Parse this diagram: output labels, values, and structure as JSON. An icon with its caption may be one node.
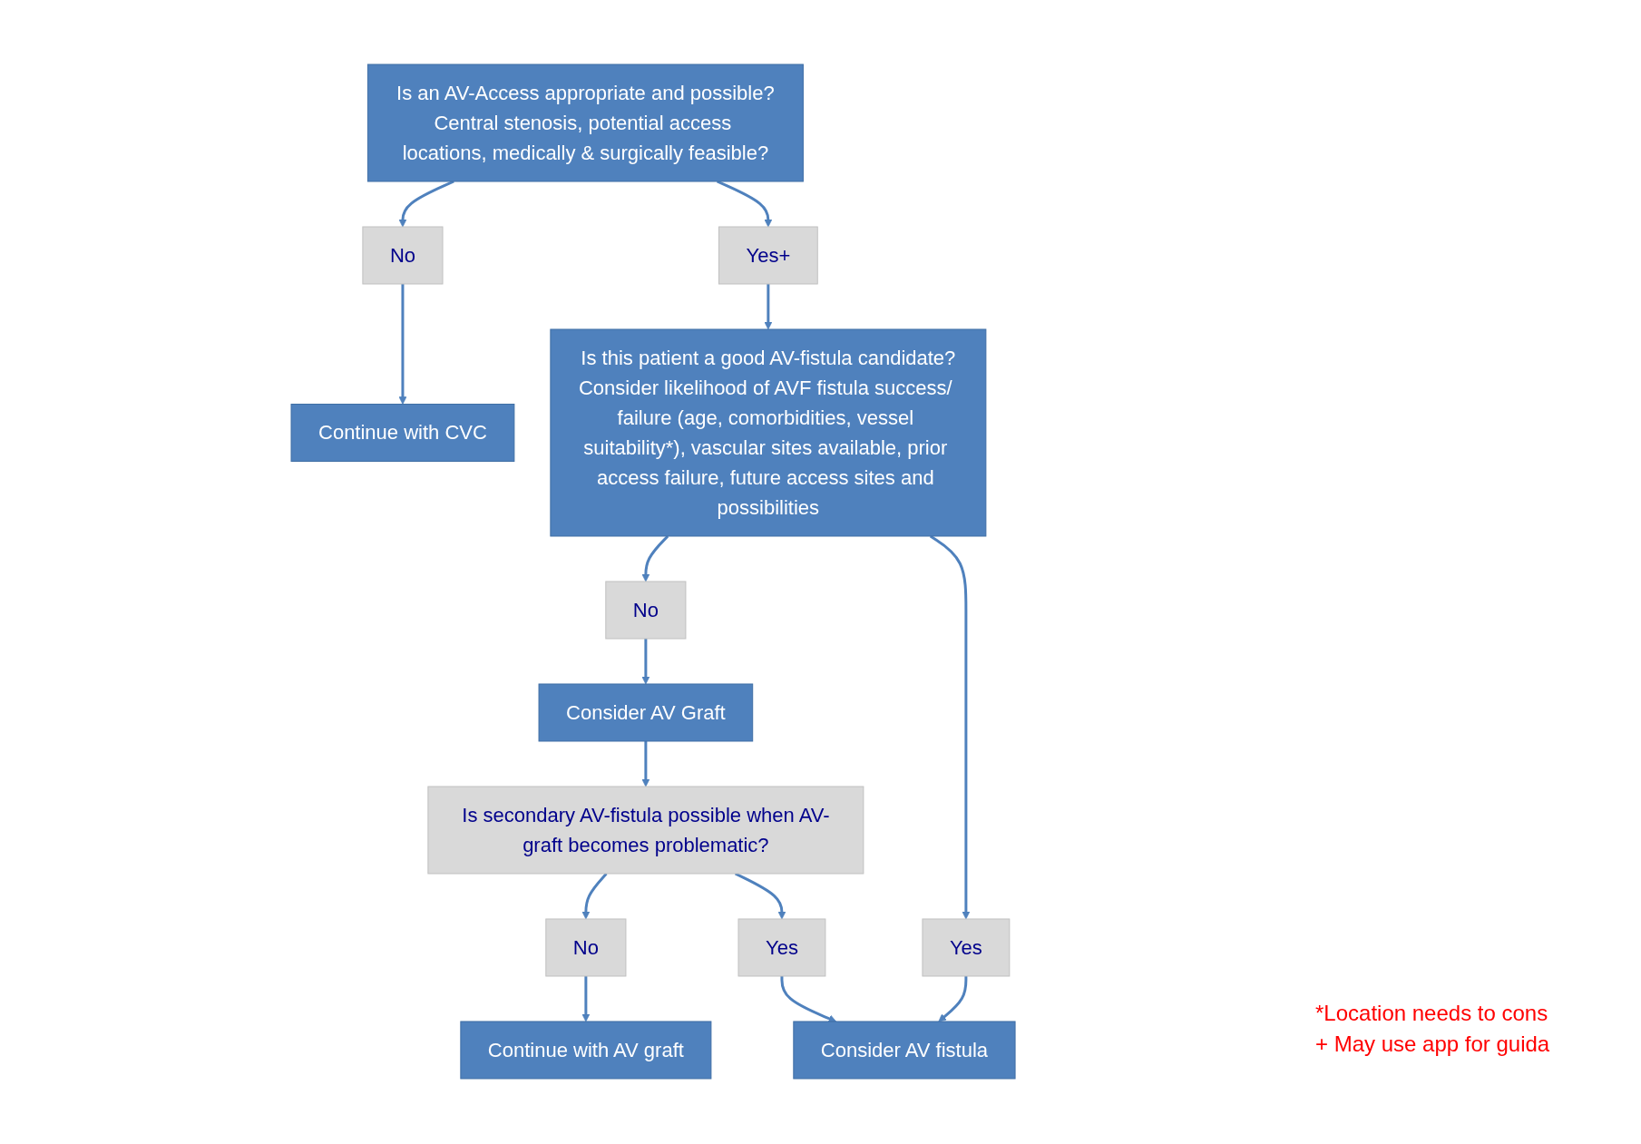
{
  "diagram": {
    "nodes": [
      {
        "text": [
          "Is an AV-Access appropriate and possible?",
          "Central stenosis, potential access locations, medically & surgically feasible?"
        ]
      },
      {
        "text": [
          "No"
        ]
      },
      {
        "text": [
          "Yes+"
        ]
      },
      {
        "text": [
          "Continue with CVC"
        ]
      },
      {
        "text": [
          "Is this patient a good AV-fistula candidate?",
          "Consider likelihood of AVF fistula success/ failure (age, comorbidities, vessel suitability*), vascular sites available, prior access failure, future access sites and possibilities"
        ]
      },
      {
        "text": [
          "No"
        ]
      },
      {
        "text": [
          "Yes"
        ]
      },
      {
        "text": [
          "Consider AV Graft"
        ]
      },
      {
        "text": [
          "Consider AV fistula"
        ]
      },
      {
        "text": [
          "Is secondary AV-fistula possible when AV-graft becomes problematic?"
        ]
      },
      {
        "text": [
          "No"
        ]
      },
      {
        "text": [
          "Yes"
        ]
      },
      {
        "text": [
          "Continue with AV graft"
        ]
      }
    ],
    "edges": [
      {
        "from": 0,
        "to": 1,
        "arrow": "to"
      },
      {
        "from": 0,
        "to": 2,
        "arrow": "to"
      },
      {
        "from": 1,
        "to": 3,
        "arrow": "to"
      },
      {
        "from": 2,
        "to": 4,
        "arrow": "to"
      },
      {
        "from": 4,
        "to": 5,
        "arrow": "to"
      },
      {
        "from": 4,
        "to": 6,
        "arrow": "to"
      },
      {
        "from": 5,
        "to": 7,
        "arrow": "to"
      },
      {
        "from": 6,
        "to": 8,
        "arrow": "to"
      },
      {
        "from": 7,
        "to": 9,
        "arrow": "to"
      },
      {
        "from": 9,
        "to": 10,
        "arrow": "to"
      },
      {
        "from": 9,
        "to": 11,
        "arrow": "to"
      },
      {
        "from": 10,
        "to": 12,
        "arrow": "to"
      },
      {
        "from": 11,
        "to": 8,
        "arrow": "to"
      }
    ],
    "labels": [
      "*Location needs to cons",
      "+ May use app for guida"
    ]
  }
}
